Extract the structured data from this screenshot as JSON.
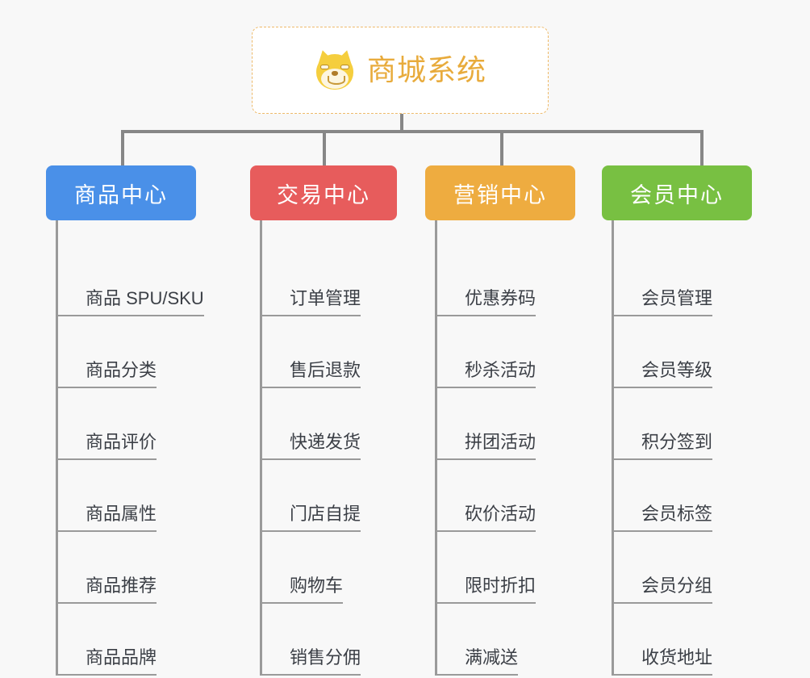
{
  "diagram": {
    "type": "mindmap",
    "background_color": "#f8f8f8",
    "root": {
      "title": "商城系统",
      "icon": "shiba-dog-emoji",
      "text_color": "#e8ab3c",
      "border_color": "#eeba6a",
      "background_color": "#ffffff"
    },
    "connector_color": "#878787",
    "branch_line_color": "#9a9a9a",
    "leaf_text_color": "#3b3f46",
    "categories": [
      {
        "label": "商品中心",
        "color": "#4a90e8",
        "items": [
          "商品 SPU/SKU",
          "商品分类",
          "商品评价",
          "商品属性",
          "商品推荐",
          "商品品牌"
        ]
      },
      {
        "label": "交易中心",
        "color": "#e75c5c",
        "items": [
          "订单管理",
          "售后退款",
          "快递发货",
          "门店自提",
          "购物车",
          "销售分佣"
        ]
      },
      {
        "label": "营销中心",
        "color": "#eeac40",
        "items": [
          "优惠券码",
          "秒杀活动",
          "拼团活动",
          "砍价活动",
          "限时折扣",
          "满减送"
        ]
      },
      {
        "label": "会员中心",
        "color": "#78c042",
        "items": [
          "会员管理",
          "会员等级",
          "积分签到",
          "会员标签",
          "会员分组",
          "收货地址"
        ]
      }
    ]
  }
}
